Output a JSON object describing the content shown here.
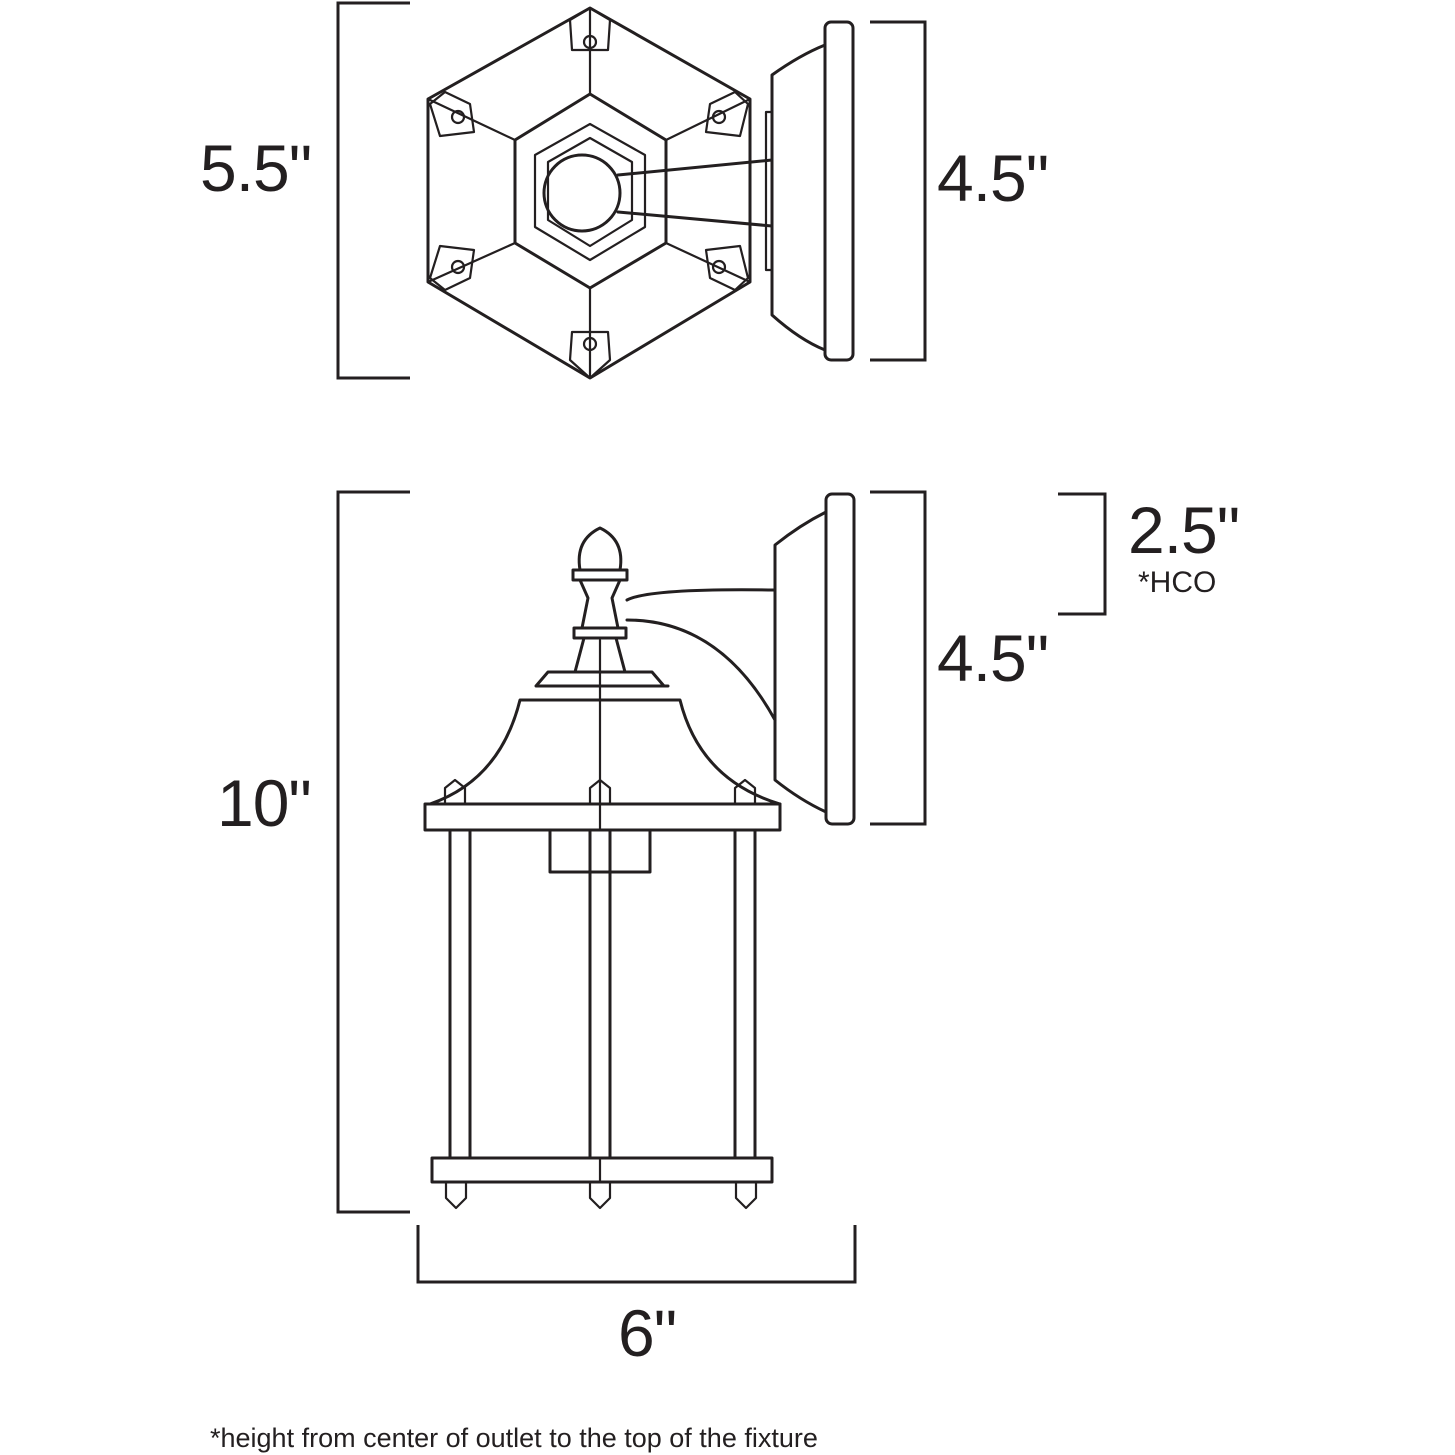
{
  "dimensions": {
    "top_height": "5.5\"",
    "top_backplate": "4.5\"",
    "side_backplate": "4.5\"",
    "hco_value": "2.5\"",
    "hco_label": "*HCO",
    "total_height": "10\"",
    "width": "6\""
  },
  "footnote": "*height from center of outlet to the top of the fixture",
  "colors": {
    "line": "#231f20",
    "background": "#ffffff"
  }
}
